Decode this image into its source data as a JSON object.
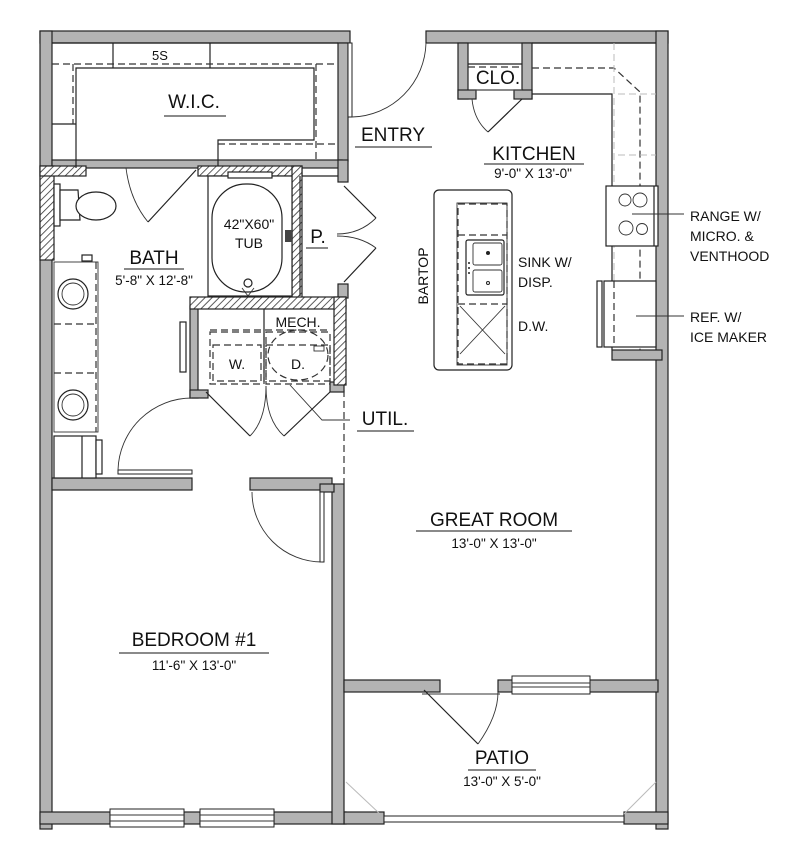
{
  "plan": {
    "rooms": {
      "wic": {
        "label": "W.I.C.",
        "shelf_label": "5S"
      },
      "entry": {
        "label": "ENTRY"
      },
      "closet": {
        "label": "CLO."
      },
      "kitchen": {
        "label": "KITCHEN",
        "dims": "9'-0\" X 13'-0\""
      },
      "bath": {
        "label": "BATH",
        "dims": "5'-8\" X 12'-8\""
      },
      "tub": {
        "line1": "42\"X60\"",
        "line2": "TUB"
      },
      "pantry": {
        "label": "P."
      },
      "mech": {
        "label": "MECH."
      },
      "washer": {
        "label": "W."
      },
      "dryer": {
        "label": "D."
      },
      "util": {
        "label": "UTIL."
      },
      "great_room": {
        "label": "GREAT ROOM",
        "dims": "13'-0\" X 13'-0\""
      },
      "bedroom": {
        "label": "BEDROOM #1",
        "dims": "11'-6\" X 13'-0\""
      },
      "patio": {
        "label": "PATIO",
        "dims": "13'-0\" X 5'-0\""
      }
    },
    "annotations": {
      "bartop": "BARTOP",
      "sink": {
        "line1": "SINK W/",
        "line2": "DISP."
      },
      "dishwasher": "D.W.",
      "range": {
        "line1": "RANGE W/",
        "line2": "MICRO. &",
        "line3": "VENTHOOD"
      },
      "refrigerator": {
        "line1": "REF. W/",
        "line2": "ICE MAKER"
      }
    },
    "colors": {
      "wall_fill": "#b3b3b3",
      "line": "#222222",
      "background": "#ffffff"
    }
  }
}
